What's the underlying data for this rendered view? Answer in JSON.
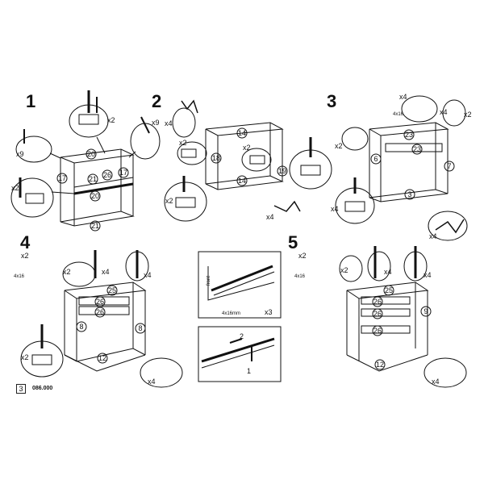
{
  "steps": [
    "1",
    "2",
    "3",
    "4",
    "5"
  ],
  "page_number": "3",
  "model_code": "086.000",
  "step1": {
    "parts": [
      "20",
      "17",
      "21",
      "26",
      "17",
      "20",
      "21"
    ],
    "qty": [
      "x2",
      "x9",
      "x9",
      "x2"
    ]
  },
  "step2": {
    "parts": [
      "14",
      "18",
      "19",
      "14"
    ],
    "qty": [
      "x4",
      "x2",
      "x2",
      "x2",
      "x4"
    ]
  },
  "step3": {
    "parts": [
      "23",
      "23",
      "6",
      "7",
      "3"
    ],
    "qty": [
      "x4",
      "x4",
      "x2",
      "x2",
      "x4",
      "x4"
    ],
    "screw_size": "4x16"
  },
  "step4": {
    "parts": [
      "25",
      "26",
      "26",
      "8",
      "8",
      "12"
    ],
    "qty": [
      "x2",
      "x2",
      "x4",
      "x4",
      "x2",
      "x4"
    ],
    "screw_size": "4x16"
  },
  "step5": {
    "parts": [
      "25",
      "26",
      "26",
      "26",
      "9",
      "12"
    ],
    "qty": [
      "x2",
      "x2",
      "x4",
      "x4",
      "x4"
    ],
    "screw_size": "4x16"
  },
  "drawer_inset": {
    "label": "front",
    "screw": "4x16mm",
    "qty": "x3",
    "arrows": [
      "2",
      "1"
    ]
  }
}
